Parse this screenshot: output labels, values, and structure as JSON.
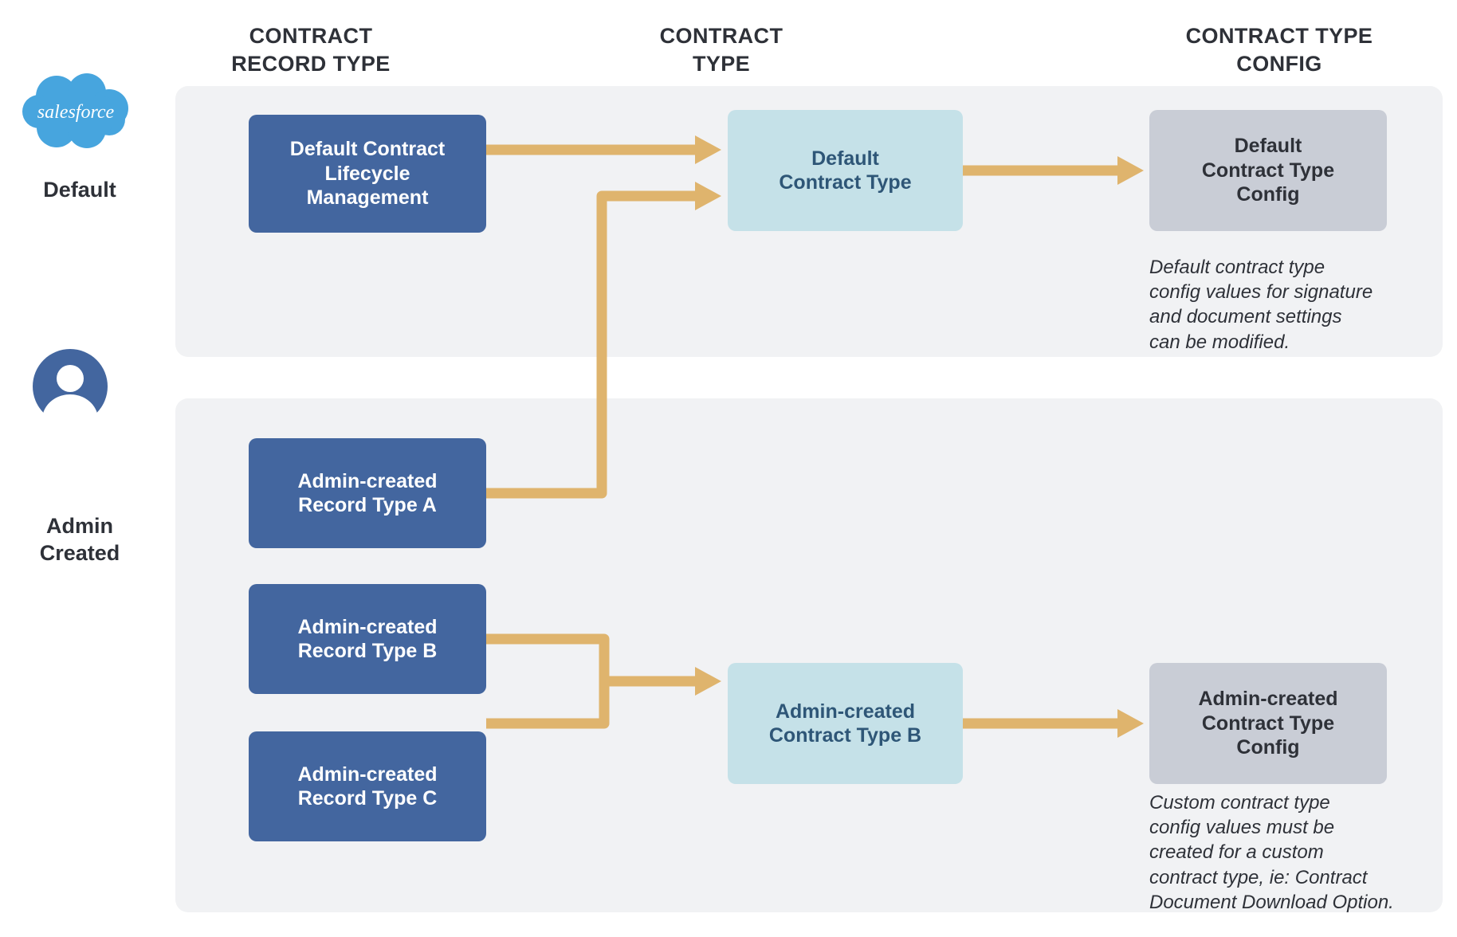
{
  "headers": {
    "record_type": "CONTRACT\nRECORD TYPE",
    "contract_type": "CONTRACT\nTYPE",
    "contract_type_config": "CONTRACT TYPE\nCONFIG"
  },
  "rail": {
    "default_label": "Default",
    "admin_label": "Admin\nCreated",
    "salesforce_logo_text": "salesforce"
  },
  "sections": {
    "default": {
      "record_type_box": "Default Contract\nLifecycle\nManagement",
      "contract_type_box": "Default\nContract Type",
      "config_box": "Default\nContract Type\nConfig",
      "caption": "Default contract type\nconfig values for signature\nand document settings\ncan be modified."
    },
    "admin": {
      "record_type_a": "Admin-created\nRecord Type A",
      "record_type_b": "Admin-created\nRecord Type B",
      "record_type_c": "Admin-created\nRecord Type C",
      "contract_type_box": "Admin-created\nContract Type B",
      "config_box": "Admin-created\nContract Type\nConfig",
      "caption": "Custom contract type\nconfig values must be\ncreated for a custom\ncontract type, ie: Contract\nDocument Download Option."
    }
  },
  "colors": {
    "record_box": "#43669F",
    "contract_type_box": "#C5E1E8",
    "config_box": "#C9CDD6",
    "panel": "#F1F2F4",
    "connector": "#DFB46D",
    "salesforce_cloud": "#47A5DE",
    "avatar": "#43669F",
    "heading_text": "#2E3138",
    "contract_type_text": "#2E5677"
  }
}
